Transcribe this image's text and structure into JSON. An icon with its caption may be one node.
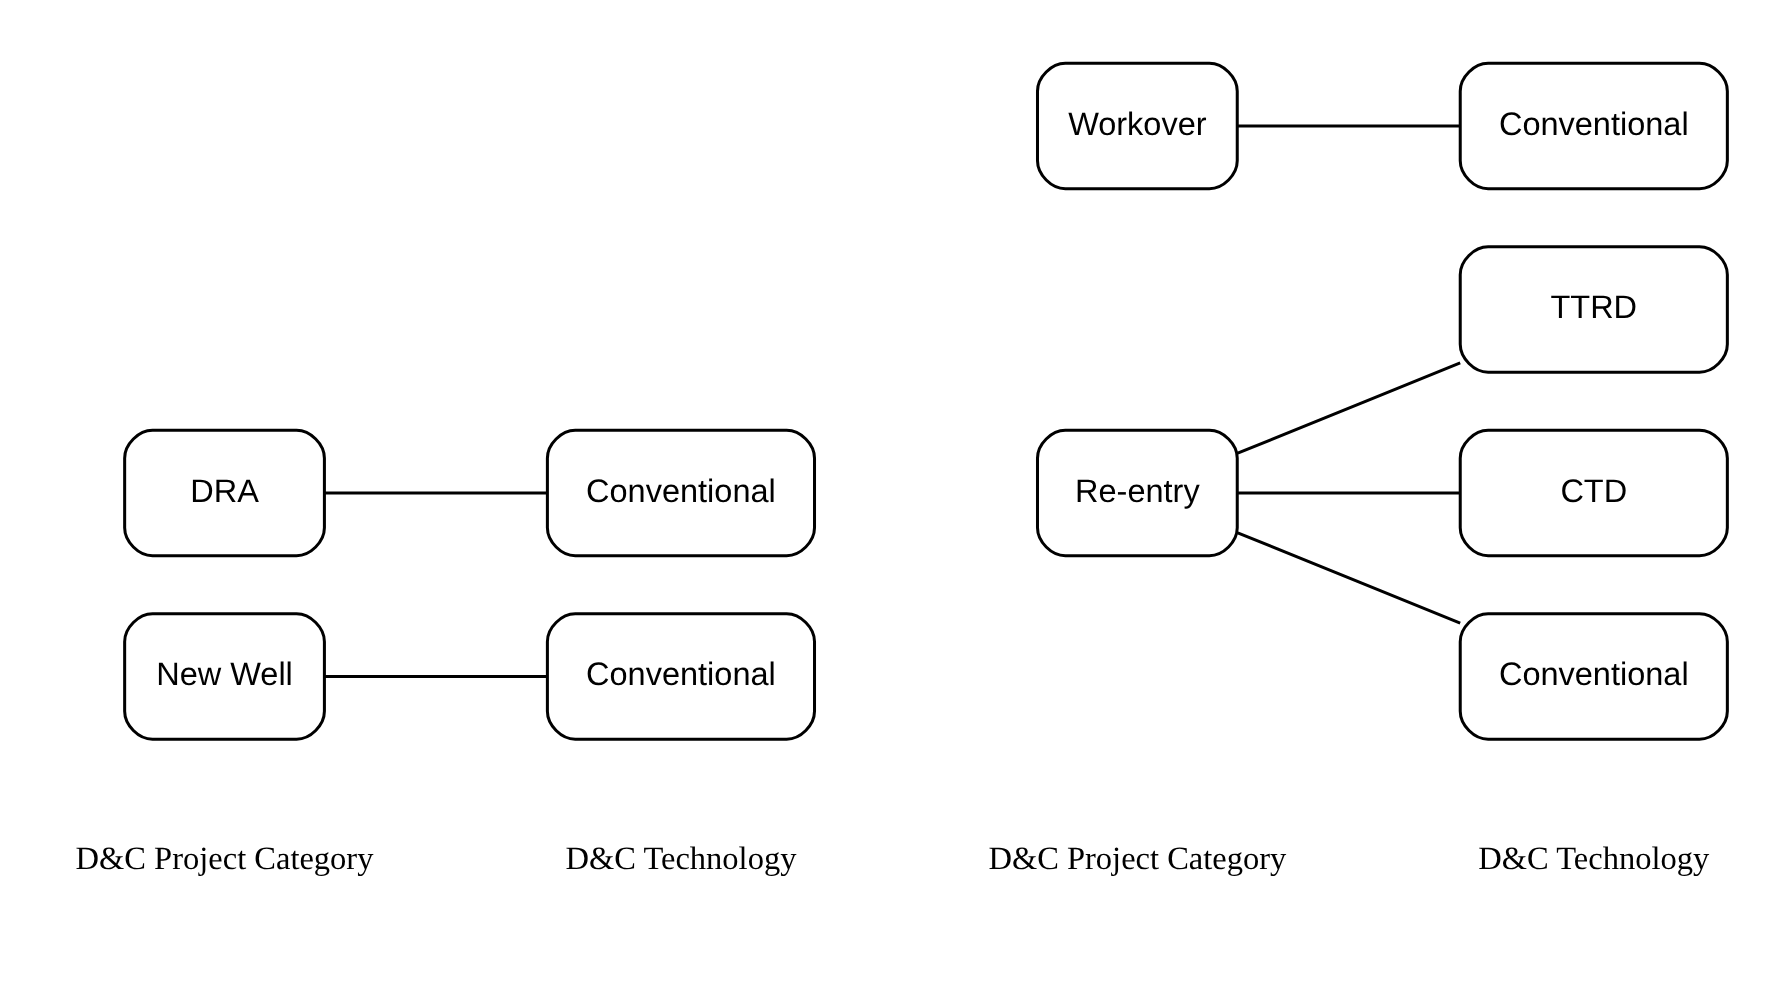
{
  "diagram": {
    "nodes": [
      {
        "text": [
          "New Well"
        ]
      },
      {
        "text": [
          "Conventional"
        ]
      },
      {
        "text": [
          "DRA"
        ]
      },
      {
        "text": [
          "Conventional"
        ]
      },
      {
        "text": [
          "Re-entry"
        ]
      },
      {
        "text": [
          "TTRD"
        ]
      },
      {
        "text": [
          "CTD"
        ]
      },
      {
        "text": [
          "Conventional"
        ]
      },
      {
        "text": [
          "Workover"
        ]
      },
      {
        "text": [
          "Conventional"
        ]
      }
    ],
    "edges": [
      {
        "from": 0,
        "to": 1,
        "arrow": "none"
      },
      {
        "from": 2,
        "to": 3,
        "arrow": "none"
      },
      {
        "from": 4,
        "to": 5,
        "arrow": "none"
      },
      {
        "from": 4,
        "to": 6,
        "arrow": "none"
      },
      {
        "from": 4,
        "to": 7,
        "arrow": "none"
      },
      {
        "from": 8,
        "to": 9,
        "arrow": "none"
      }
    ],
    "labels": [
      "D&C Project Category",
      "D&C Technology",
      "D&C Project Category",
      "D&C Technology"
    ]
  }
}
